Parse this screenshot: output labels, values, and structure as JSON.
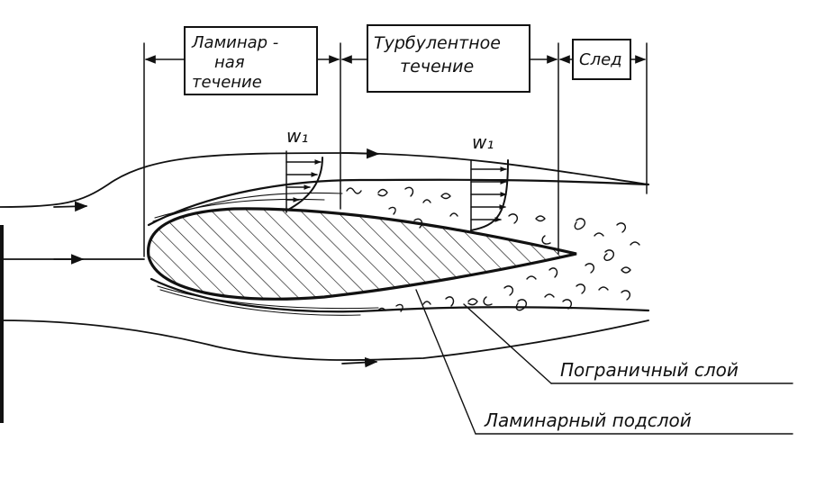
{
  "zones": {
    "laminar": [
      "Ламинар -",
      "ная",
      "течение"
    ],
    "turbulent": [
      "Турбулентное",
      "течение"
    ],
    "wake": "След"
  },
  "velocity_labels": {
    "laminar_profile": "w₁",
    "turbulent_profile": "w₁"
  },
  "callouts": {
    "boundary_layer": "Пограничный слой",
    "laminar_sublayer": "Ламинарный подслой"
  }
}
